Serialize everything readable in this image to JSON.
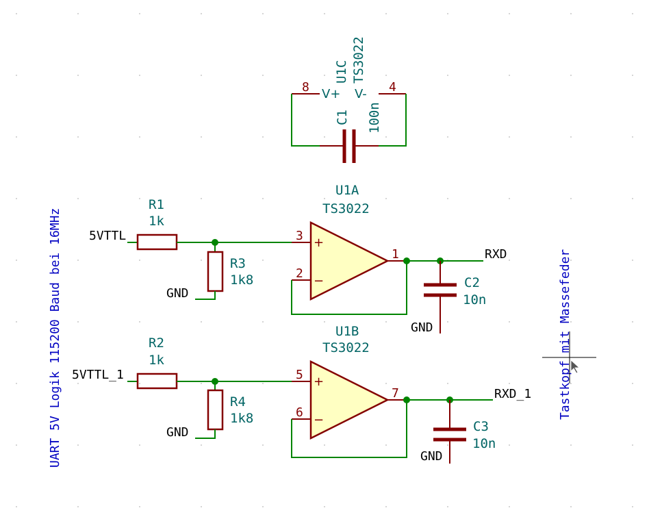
{
  "notes": {
    "left": "UART 5V Logik 115200 Baud bei 16MHz",
    "right": "Tastkopf mit Massefeder"
  },
  "power_unit": {
    "ref": "U1C",
    "value": "TS3022",
    "pin_vplus": "8",
    "pin_vminus": "4",
    "label_vplus": "V+",
    "label_vminus": "V-"
  },
  "components": {
    "C1": {
      "ref": "C1",
      "value": "100n"
    },
    "U1A": {
      "ref": "U1A",
      "value": "TS3022",
      "pin_plus": "3",
      "pin_minus": "2",
      "pin_out": "1"
    },
    "U1B": {
      "ref": "U1B",
      "value": "TS3022",
      "pin_plus": "5",
      "pin_minus": "6",
      "pin_out": "7"
    },
    "R1": {
      "ref": "R1",
      "value": "1k"
    },
    "R2": {
      "ref": "R2",
      "value": "1k"
    },
    "R3": {
      "ref": "R3",
      "value": "1k8"
    },
    "R4": {
      "ref": "R4",
      "value": "1k8"
    },
    "C2": {
      "ref": "C2",
      "value": "10n"
    },
    "C3": {
      "ref": "C3",
      "value": "10n"
    }
  },
  "opamp_symbols": {
    "plus": "+",
    "minus": "−"
  },
  "nets": {
    "in1": "5VTTL",
    "in2": "5VTTL_1",
    "out1": "RXD",
    "out2": "RXD_1",
    "gnd": "GND"
  }
}
